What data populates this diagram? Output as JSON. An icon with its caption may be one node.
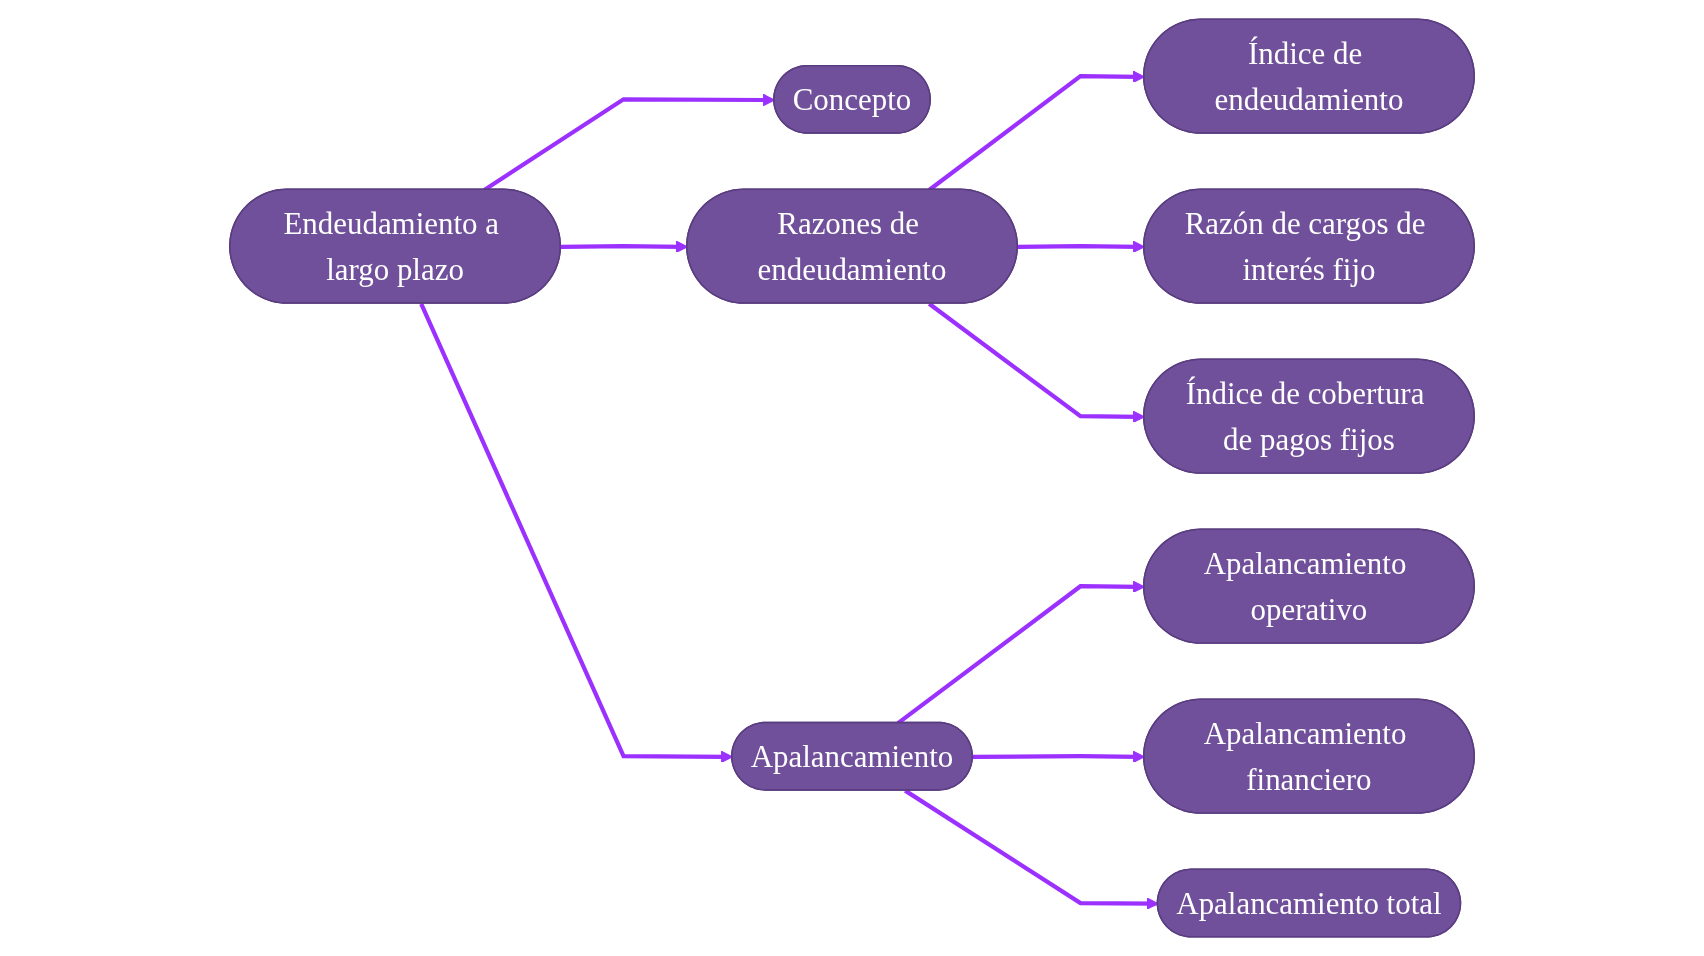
{
  "diagram": {
    "nodes": [
      {
        "text": [
          "Endeudamiento a largo plazo"
        ]
      },
      {
        "text": [
          "Concepto"
        ]
      },
      {
        "text": [
          "Razones de endeudamiento"
        ]
      },
      {
        "text": [
          "Índice de endeudamiento"
        ]
      },
      {
        "text": [
          "Razón de cargos de interés fijo"
        ]
      },
      {
        "text": [
          "Índice de cobertura de pagos fijos"
        ]
      },
      {
        "text": [
          "Apalancamiento"
        ]
      },
      {
        "text": [
          "Apalancamiento operativo"
        ]
      },
      {
        "text": [
          "Apalancamiento financiero"
        ]
      },
      {
        "text": [
          "Apalancamiento total"
        ]
      }
    ],
    "edges": [
      {
        "from": 0,
        "to": 1,
        "arrow": "to",
        "color": "#9b30ff"
      },
      {
        "from": 0,
        "to": 2,
        "arrow": "to",
        "color": "#9b30ff"
      },
      {
        "from": 0,
        "to": 6,
        "arrow": "to",
        "color": "#9b30ff"
      },
      {
        "from": 2,
        "to": 3,
        "arrow": "to",
        "color": "#9b30ff"
      },
      {
        "from": 2,
        "to": 4,
        "arrow": "to",
        "color": "#9b30ff"
      },
      {
        "from": 2,
        "to": 5,
        "arrow": "to",
        "color": "#9b30ff"
      },
      {
        "from": 6,
        "to": 7,
        "arrow": "to",
        "color": "#9b30ff"
      },
      {
        "from": 6,
        "to": 8,
        "arrow": "to",
        "color": "#9b30ff"
      },
      {
        "from": 6,
        "to": 9,
        "arrow": "to",
        "color": "#9b30ff"
      }
    ]
  }
}
